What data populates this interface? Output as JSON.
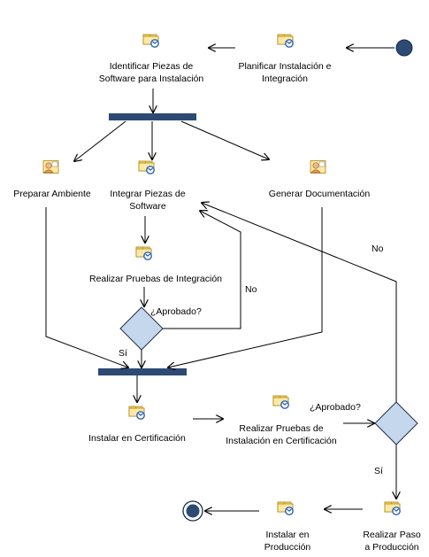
{
  "nodes": {
    "planificar": {
      "label": "Planificar Instalación e\nIntegración",
      "icon": "task-icon"
    },
    "identificar": {
      "label": "Identificar Piezas de\nSoftware para Instalación",
      "icon": "task-icon"
    },
    "preparar": {
      "label": "Preparar Ambiente",
      "icon": "user-task-icon"
    },
    "integrar": {
      "label": "Integrar Piezas de\nSoftware",
      "icon": "task-icon"
    },
    "generar": {
      "label": "Generar Documentación",
      "icon": "user-task-icon"
    },
    "pruebas_integracion": {
      "label": "Realizar Pruebas de Integración",
      "icon": "task-icon"
    },
    "instalar_cert": {
      "label": "Instalar en Certificación",
      "icon": "task-icon"
    },
    "pruebas_cert": {
      "label": "Realizar Pruebas de\nInstalación en Certificación",
      "icon": "task-icon"
    },
    "paso_prod": {
      "label": "Realizar Paso\na Producción",
      "icon": "task-icon"
    },
    "instalar_prod": {
      "label": "Instalar en\nProducción",
      "icon": "task-icon"
    }
  },
  "decisions": {
    "aprobado_1": {
      "label": "¿Aprobado?"
    },
    "aprobado_2": {
      "label": "¿Aprobado?"
    }
  },
  "edge_labels": {
    "si_1": "Sí",
    "no_1": "No",
    "no_2": "No",
    "si_2": "Sí"
  },
  "colors": {
    "bar": "#2c4a73",
    "diamond_fill": "#c5d7ec",
    "diamond_stroke": "#1f2f4a",
    "start_fill": "#2c4a73",
    "line": "#000000"
  }
}
